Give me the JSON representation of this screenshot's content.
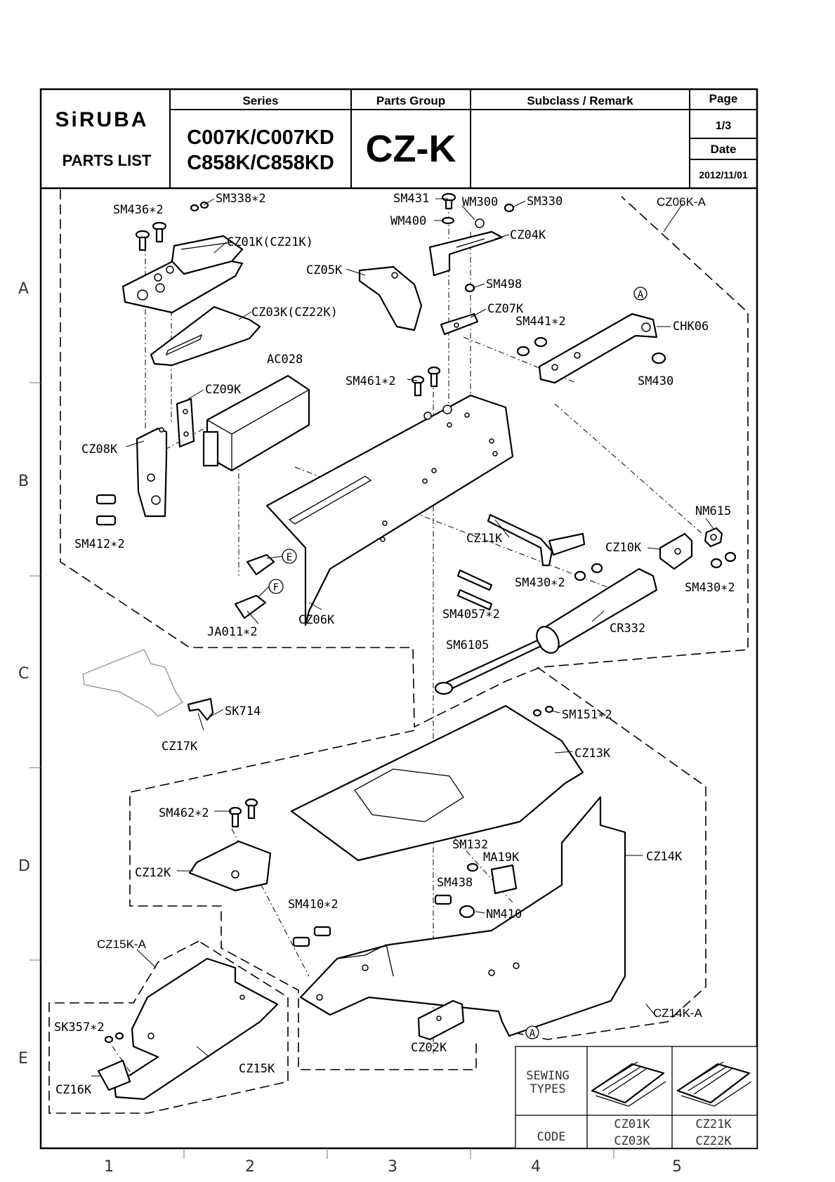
{
  "header": {
    "brand": "SiRUBA",
    "doc_type": "PARTS LIST",
    "series_label": "Series",
    "series_line1": "C007K/C007KD",
    "series_line2": "C858K/C858KD",
    "group_label": "Parts Group",
    "group_value": "CZ-K",
    "subclass_label": "Subclass / Remark",
    "subclass_value": "",
    "page_label": "Page",
    "page_value": "1/3",
    "date_label": "Date",
    "date_value": "2012/11/01"
  },
  "grid": {
    "rows": [
      "A",
      "B",
      "C",
      "D",
      "E"
    ],
    "cols": [
      "1",
      "2",
      "3",
      "4",
      "5"
    ]
  },
  "assemblies": {
    "cz06k_a": "CZ06K-A",
    "cz14k_a": "CZ14K-A",
    "cz15k_a": "CZ15K-A"
  },
  "callouts": {
    "a": "A",
    "e": "E",
    "f": "F"
  },
  "parts": {
    "sm436": "SM436∗2",
    "sm338": "SM338∗2",
    "cz01k": "CZ01K(CZ21K)",
    "cz03k": "CZ03K(CZ22K)",
    "sm431": "SM431",
    "wm400": "WM400",
    "wm300": "WM300",
    "sm330": "SM330",
    "cz04k": "CZ04K",
    "cz05k": "CZ05K",
    "sm498": "SM498",
    "cz07k": "CZ07K",
    "sm441": "SM441∗2",
    "chk06": "CHK06",
    "sm430_a": "SM430",
    "ac028": "AC028",
    "sm461": "SM461∗2",
    "cz09k": "CZ09K",
    "cz08k": "CZ08K",
    "sm412": "SM412∗2",
    "nm615": "NM615",
    "cz11k": "CZ11K",
    "cz10k": "CZ10K",
    "sm430_b": "SM430∗2",
    "sm430_c": "SM430∗2",
    "ja011": "JA011∗2",
    "cz06k": "CZ06K",
    "sm4057": "SM4057∗2",
    "cr332": "CR332",
    "sm6105": "SM6105",
    "sk714": "SK714",
    "cz17k": "CZ17K",
    "sm151": "SM151∗2",
    "cz13k": "CZ13K",
    "sm462": "SM462∗2",
    "cz12k": "CZ12K",
    "sm132": "SM132",
    "ma19k": "MA19K",
    "cz14k": "CZ14K",
    "sm438": "SM438",
    "nm410": "NM410",
    "sm410": "SM410∗2",
    "sk357": "SK357∗2",
    "cz16k": "CZ16K",
    "cz15k": "CZ15K",
    "cz02k": "CZ02K"
  },
  "sewing_table": {
    "types_label_1": "SEWING",
    "types_label_2": "TYPES",
    "code_label": "CODE",
    "col1_code1": "CZ01K",
    "col1_code2": "CZ03K",
    "col2_code1": "CZ21K",
    "col2_code2": "CZ22K"
  }
}
